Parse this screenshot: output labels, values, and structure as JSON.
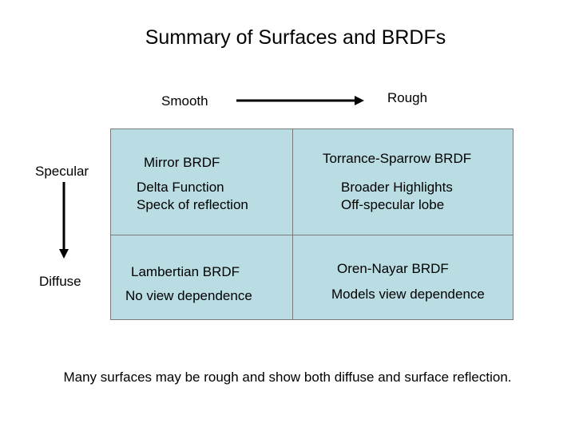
{
  "title": "Summary of Surfaces and BRDFs",
  "axes": {
    "top_left": "Smooth",
    "top_right": "Rough",
    "left_top": "Specular",
    "left_bottom": "Diffuse"
  },
  "cells": {
    "smooth_specular": {
      "heading": "Mirror BRDF",
      "lines": [
        "Delta Function",
        "Speck of reflection"
      ]
    },
    "rough_specular": {
      "heading": "Torrance-Sparrow BRDF",
      "lines": [
        "Broader Highlights",
        "Off-specular lobe"
      ]
    },
    "smooth_diffuse": {
      "heading": "Lambertian BRDF",
      "lines": [
        "No view dependence"
      ]
    },
    "rough_diffuse": {
      "heading": "Oren-Nayar BRDF",
      "lines": [
        "Models view dependence"
      ]
    }
  },
  "colors": {
    "cell_fill": "#b9dde3",
    "cell_border": "#7a7a7a",
    "arrow": "#000000"
  },
  "footer": "Many surfaces may be rough and show both diffuse and surface reflection."
}
